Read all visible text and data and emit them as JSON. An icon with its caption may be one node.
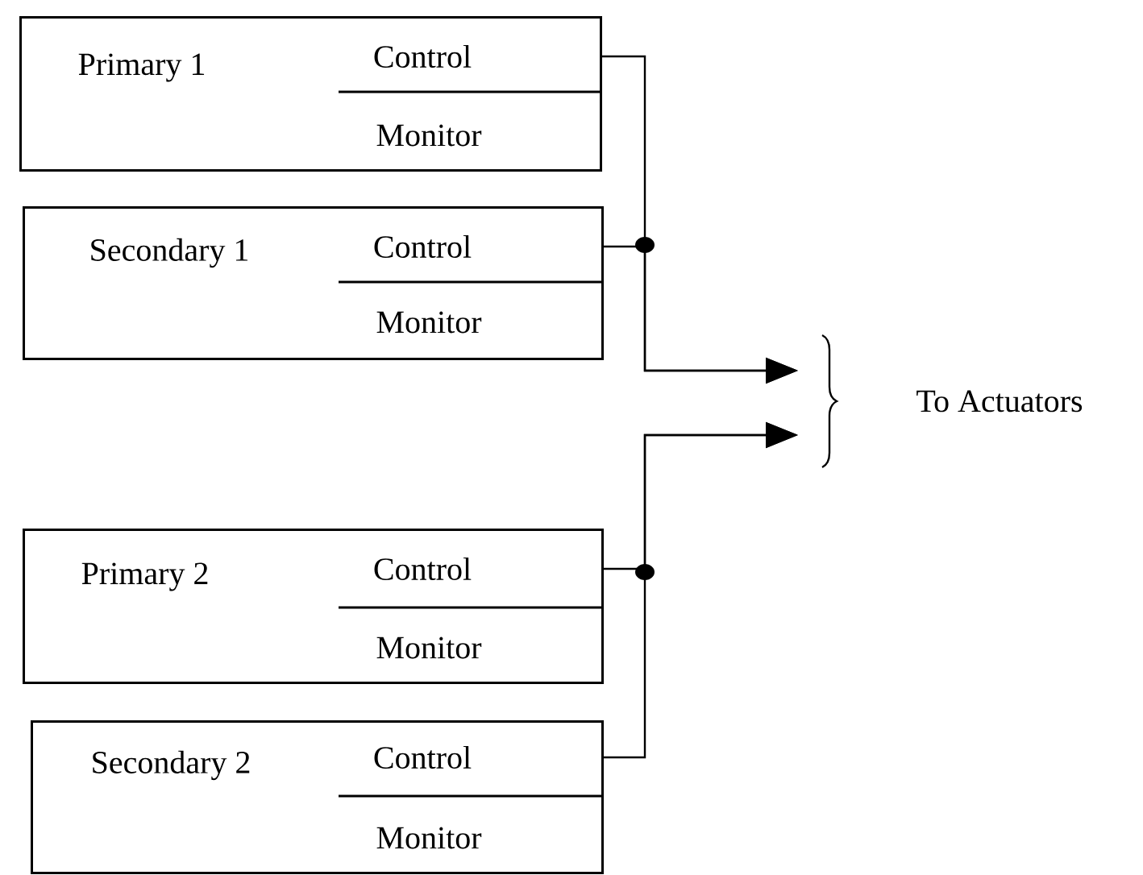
{
  "diagram": {
    "nodes": [
      {
        "text": [
          "Primary 1",
          "Control",
          "Monitor"
        ]
      },
      {
        "text": [
          "Secondary 1",
          "Control",
          "Monitor"
        ]
      },
      {
        "text": [
          "Primary 2",
          "Control",
          "Monitor"
        ]
      },
      {
        "text": [
          "Secondary 2",
          "Control",
          "Monitor"
        ]
      },
      {
        "text": [
          "To Actuators"
        ]
      }
    ],
    "edges": [
      {
        "from": 0,
        "to": 4,
        "arrow": "to"
      },
      {
        "from": 1,
        "to": 4,
        "arrow": "to"
      },
      {
        "from": 2,
        "to": 4,
        "arrow": "to"
      },
      {
        "from": 3,
        "to": 4,
        "arrow": "to"
      }
    ]
  }
}
